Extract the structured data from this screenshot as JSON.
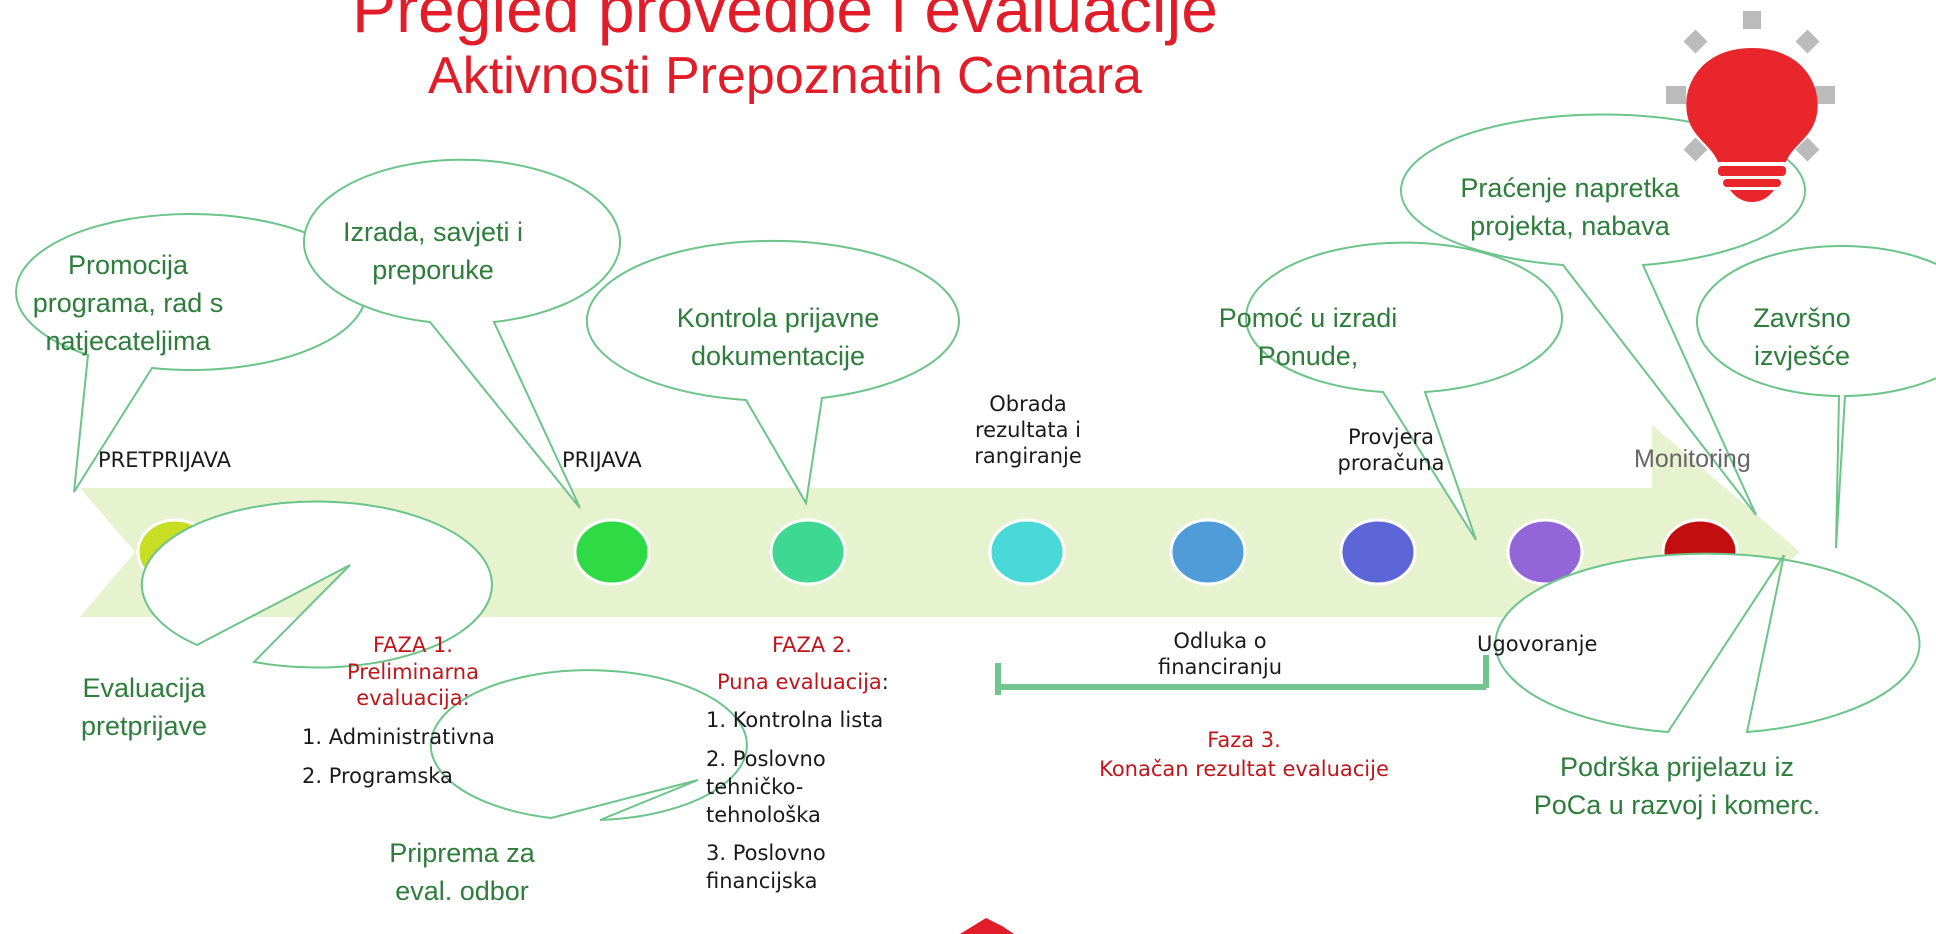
{
  "header": {
    "title": "Pregled provedbe i evaluacije",
    "subtitle": "Aktivnosti Prepoznatih Centara"
  },
  "bubbles": {
    "promocija": "Promocija programa, rad s natjecateljima",
    "izrada": "Izrada, savjeti i preporuke",
    "kontrola": "Kontrola prijavne dokumentacije",
    "pomoc": "Pomoć u izradi Ponude,",
    "pracenje": "Praćenje napretka projekta, nabava",
    "zavrsno": "Završno izvješće",
    "evaluacija": "Evaluacija pretprijave",
    "priprema": "Priprema za eval. odbor",
    "podrska": "Podrška prijelazu iz PoCa u razvoj i komerc."
  },
  "stages": {
    "pretprijava": "PRETPRIJAVA",
    "prijava": "PRIJAVA",
    "obrada": "Obrada rezultata i rangiranje",
    "provjera": "Provjera proračuna",
    "monitoring": "Monitoring",
    "odluka": "Odluka o financiranju",
    "ugovoranje": "Ugovoranje"
  },
  "faza1": {
    "title": "FAZA 1.",
    "subtitle": "Preliminarna evaluacija:",
    "items": [
      "1. Administrativna",
      "2. Programska"
    ]
  },
  "faza2": {
    "title": "FAZA 2.",
    "subtitle": "Puna evaluacija",
    "colon": ":",
    "items": [
      "1. Kontrolna lista",
      "2.  Poslovno tehničko- tehnološka",
      "3. Poslovno financijska"
    ]
  },
  "faza3": {
    "title": "Faza 3.",
    "subtitle": "Konačan rezultat evaluacije"
  },
  "dots": {
    "colors": [
      "#c8de24",
      "#78dc2e",
      "#2edb44",
      "#3ed892",
      "#48d8d8",
      "#4f9cd8",
      "#5c66d6",
      "#9366d8",
      "#c20e0e"
    ]
  },
  "colors": {
    "accent_red": "#e11d2a",
    "bubble_green": "#2e7d3c",
    "bubble_outline": "#6cc48a",
    "arrow_fill": "#e7f2cf",
    "bracket": "#72c58e",
    "bulb_red": "#e8262c",
    "rays_gray": "#bbbbbb"
  },
  "icons": {
    "bulb": "lightbulb-icon"
  }
}
